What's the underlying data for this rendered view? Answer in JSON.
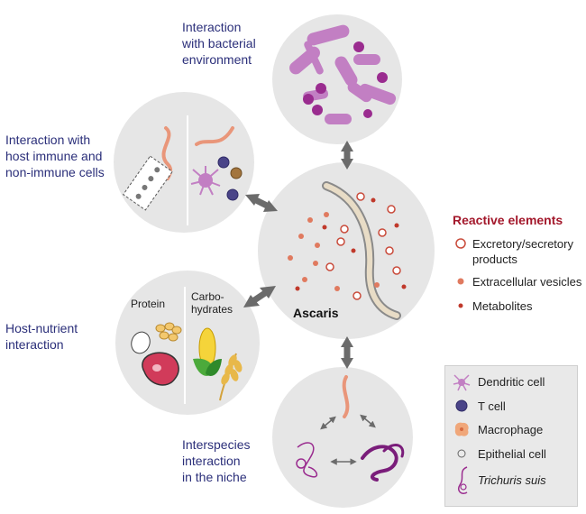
{
  "labels": {
    "bacterial": [
      "Interaction",
      "with bacterial",
      "environment"
    ],
    "host_cells": [
      "Interaction with",
      "host immune and",
      "non-immune cells"
    ],
    "nutrient": [
      "Host-nutrient",
      "interaction"
    ],
    "interspecies": [
      "Interspecies",
      "interaction",
      "in the niche"
    ],
    "center": "Ascaris",
    "protein": "Protein",
    "carbohydrates": [
      "Carbo-",
      "hydrates"
    ]
  },
  "reactive_elements": {
    "title": "Reactive elements",
    "items": [
      {
        "label_lines": [
          "Excretory/secretory",
          "products"
        ]
      },
      {
        "label_lines": [
          "Extracellular vesicles"
        ]
      },
      {
        "label_lines": [
          "Metabolites"
        ]
      }
    ]
  },
  "legend": {
    "items": [
      {
        "label": "Dendritic cell",
        "icon": "dendritic-cell-icon"
      },
      {
        "label": "T cell",
        "icon": "t-cell-icon"
      },
      {
        "label": "Macrophage",
        "icon": "macrophage-icon"
      },
      {
        "label": "Epithelial cell",
        "icon": "epithelial-cell-icon"
      },
      {
        "label": "Trichuris suis",
        "icon": "trichuris-icon"
      }
    ]
  },
  "colors": {
    "circle_fill": "#e6e6e6",
    "label_text": "#2b2f7a",
    "reactive_title": "#a3182b",
    "bacteria": "#c27fc3",
    "bacteria_dark": "#9a2c8f",
    "worm": "#e9967a",
    "arrow": "#6b6b6b",
    "es_ring": "#c94b3b",
    "vesicle": "#e07a5f",
    "metabolite": "#c0392b"
  }
}
